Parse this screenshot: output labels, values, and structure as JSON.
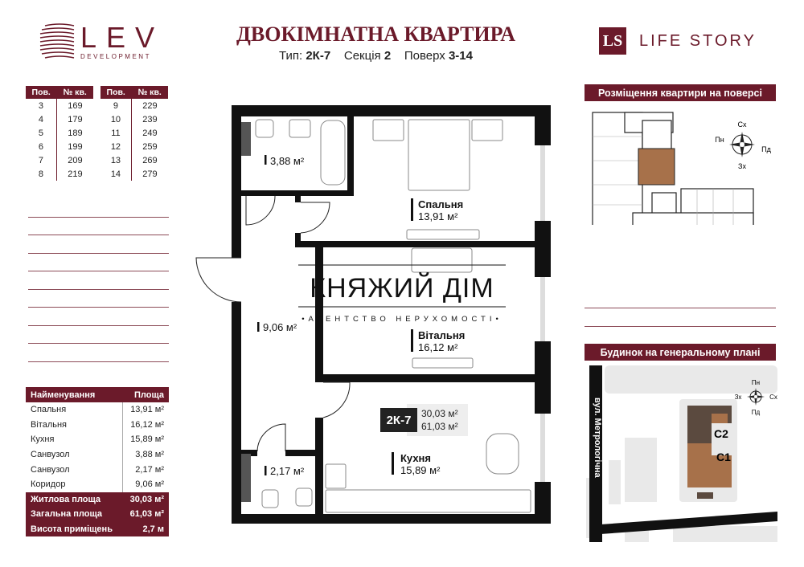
{
  "header": {
    "developer_logo": {
      "word": "LEV",
      "sub": "DEVELOPMENT"
    },
    "title": "ДВОКІМНАТНА КВАРТИРА",
    "type_label": "Тип:",
    "type_value": "2К-7",
    "section_label": "Секція",
    "section_value": "2",
    "floor_label": "Поверх",
    "floor_value": "3-14",
    "project_logo": {
      "mark": "LS",
      "word": "LIFE STORY"
    }
  },
  "floor_table": {
    "headers": [
      "Пов.",
      "№ кв."
    ],
    "left": [
      [
        "3",
        "169"
      ],
      [
        "4",
        "179"
      ],
      [
        "5",
        "189"
      ],
      [
        "6",
        "199"
      ],
      [
        "7",
        "209"
      ],
      [
        "8",
        "219"
      ]
    ],
    "right": [
      [
        "9",
        "229"
      ],
      [
        "10",
        "239"
      ],
      [
        "11",
        "249"
      ],
      [
        "12",
        "259"
      ],
      [
        "13",
        "269"
      ],
      [
        "14",
        "279"
      ]
    ]
  },
  "area_table": {
    "headers": [
      "Найменування",
      "Площа"
    ],
    "rows": [
      [
        "Спальня",
        "13,91 м²"
      ],
      [
        "Вітальня",
        "16,12 м²"
      ],
      [
        "Кухня",
        "15,89 м²"
      ],
      [
        "Санвузол",
        "3,88 м²"
      ],
      [
        "Санвузол",
        "2,17 м²"
      ],
      [
        "Коридор",
        "9,06 м²"
      ]
    ],
    "totals": [
      [
        "Житлова площа",
        "30,03 м²"
      ],
      [
        "Загальна площа",
        "61,03 м²"
      ],
      [
        "Висота приміщень",
        "2,7 м"
      ]
    ]
  },
  "plan": {
    "rooms": {
      "bath1": {
        "area": "3,88 м²"
      },
      "bedroom": {
        "name": "Спальня",
        "area": "13,91 м²"
      },
      "living": {
        "name": "Вітальня",
        "area": "16,12 м²"
      },
      "corridor": {
        "area": "9,06 м²"
      },
      "bath2": {
        "area": "2,17 м²"
      },
      "kitchen": {
        "name": "Кухня",
        "area": "15,89 м²"
      }
    },
    "badge": {
      "code": "2К-7",
      "living_area": "30,03 м²",
      "total_area": "61,03 м²"
    },
    "watermark": {
      "title": "КНЯЖИЙ ДІМ",
      "sub": "•АГЕНТСТВО НЕРУХОМОСТІ•"
    }
  },
  "floor_location": {
    "title": "Розміщення квартири на поверсі",
    "compass": {
      "n": "Сх",
      "w": "Пн",
      "e": "Пд",
      "s": "Зх"
    },
    "highlight_color": "#a7714a"
  },
  "site_plan": {
    "title": "Будинок на генеральному плані",
    "street": "вул. Метрологічна",
    "compass": {
      "n": "Пн",
      "w": "Зх",
      "e": "Сх",
      "s": "Пд"
    },
    "buildings": [
      "С2",
      "С1"
    ],
    "colors": {
      "c2": "#5b4a3f",
      "c1": "#a7714a"
    }
  },
  "colors": {
    "brand": "#6b1a2a"
  }
}
